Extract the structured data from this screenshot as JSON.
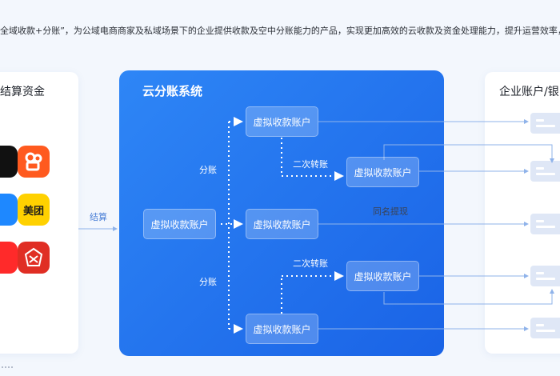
{
  "description": "全域收款+分账”，为公域电商商家及私域场景下的企业提供收款及空中分账能力的产品，实现更加高效的云收款及资金处理能力，提升运营效率，",
  "left_card": {
    "title_line1": "商结算资金",
    "title_line2": ")",
    "icons": [
      {
        "name": "douyin-icon",
        "label": "",
        "color": "#111111"
      },
      {
        "name": "kuaishou-icon",
        "label": "",
        "color": "#ff5a1f"
      },
      {
        "name": "blue-app-icon",
        "label": "",
        "color": "#1e88ff"
      },
      {
        "name": "meituan-icon",
        "label": "美团",
        "color": "#ffd100"
      },
      {
        "name": "red-app-icon",
        "label": "",
        "color": "#ff2a2a"
      },
      {
        "name": "pinduoduo-icon",
        "label": "",
        "color": "#e02e24"
      }
    ]
  },
  "settle_label": "结算",
  "panel": {
    "title": "云分账系统",
    "root_account": "虚拟收款账户",
    "top_account": "虚拟收款账户",
    "mid_account": "虚拟收款账户",
    "bottom_account": "虚拟收款账户",
    "sub_account_top": "虚拟收款账户",
    "sub_account_bottom": "虚拟收款账户",
    "split_label_top": "分账",
    "split_label_bottom": "分账",
    "transfer_label_top": "二次转账",
    "transfer_label_bottom": "二次转账"
  },
  "withdraw_label": "同名提现",
  "right_card": {
    "title": "企业账户/银"
  },
  "colors": {
    "panel": "#1f6ff0",
    "background": "#f3f7fd",
    "dotted_line": "#ffffff",
    "connector": "#8fb3ea"
  }
}
